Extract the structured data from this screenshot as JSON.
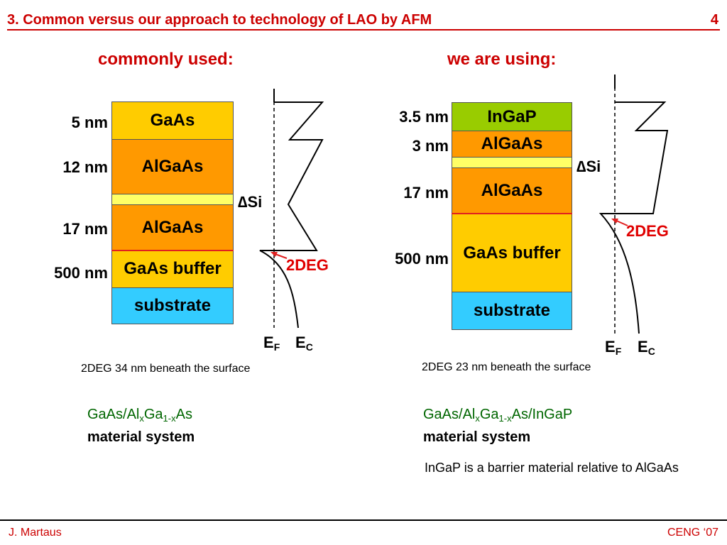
{
  "header": {
    "title": "3. Common versus our approach to technology of LAO by AFM",
    "page_number": "4"
  },
  "left": {
    "heading": "commonly used:",
    "thicknesses": [
      "5 nm",
      "12 nm",
      "17 nm",
      "500 nm"
    ],
    "layers": [
      "GaAs",
      "AlGaAs",
      "AlGaAs",
      "GaAs buffer",
      "substrate"
    ],
    "delta_si_symbol": "∆",
    "delta_si_text": "Si",
    "two_deg": "2DEG",
    "ef": "E",
    "ef_sub": "F",
    "ec": "E",
    "ec_sub": "C",
    "caption": "2DEG 34 nm beneath the surface",
    "material": {
      "f1": "GaAs/Al",
      "s1": "x",
      "f2": "Ga",
      "s2": "1-x",
      "f3": "As",
      "system": "material system"
    }
  },
  "right": {
    "heading": "we are using:",
    "thicknesses": [
      "3.5 nm",
      "3 nm",
      "17 nm",
      "500 nm"
    ],
    "layers": [
      "InGaP",
      "AlGaAs",
      "AlGaAs",
      "GaAs buffer",
      "substrate"
    ],
    "delta_si_symbol": "∆",
    "delta_si_text": "Si",
    "two_deg": "2DEG",
    "ef": "E",
    "ef_sub": "F",
    "ec": "E",
    "ec_sub": "C",
    "caption": "2DEG 23 nm beneath the surface",
    "material": {
      "f1": "GaAs/Al",
      "s1": "x",
      "f2": "Ga",
      "s2": "1-x",
      "f3": "As/InGaP",
      "system": "material system"
    },
    "note": "InGaP is a barrier material relative to AlGaAs"
  },
  "footer": {
    "author": "J. Martaus",
    "event": "CENG ‘07"
  },
  "colors": {
    "gaas": "#ffcc00",
    "algaas": "#ff9900",
    "si_layer": "#ffff66",
    "ingap": "#99cc00",
    "substrate": "#33ccff",
    "accent_red": "#cc0000",
    "formula_green": "#006600"
  }
}
